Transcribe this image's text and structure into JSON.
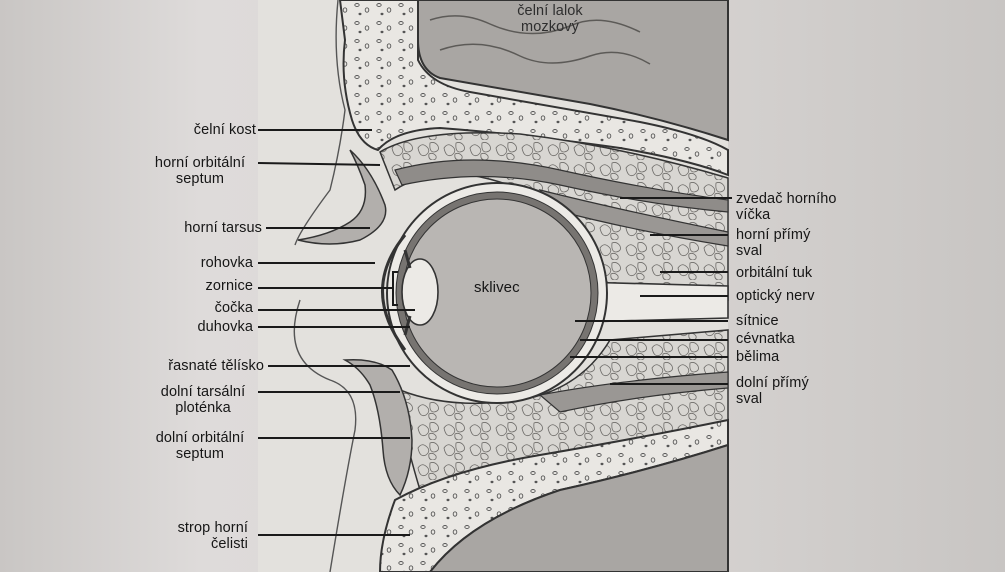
{
  "labels": {
    "frontal_lobe": [
      "čelní lalok",
      "mozkový"
    ],
    "frontal_bone": "čelní kost",
    "upper_septum": [
      "horní orbitální",
      "septum"
    ],
    "upper_tarsus": "horní tarsus",
    "cornea": "rohovka",
    "pupil": "zornice",
    "lens": "čočka",
    "iris": "duhovka",
    "ciliary_body": "řasnaté tělísko",
    "lower_tarsal_plate": [
      "dolní tarsální",
      "ploténka"
    ],
    "lower_septum": [
      "dolní orbitální",
      "septum"
    ],
    "maxilla_roof": [
      "strop horní",
      "čelisti"
    ],
    "vitreous": "sklivec",
    "levator": [
      "zvedač horního",
      "víčka"
    ],
    "superior_rectus": [
      "horní přímý",
      "sval"
    ],
    "orbital_fat": "orbitální tuk",
    "optic_nerve": "optický nerv",
    "retina": "sítnice",
    "choroid": "cévnatka",
    "sclera": "bělima",
    "inferior_rectus": [
      "dolní přímý",
      "sval"
    ]
  }
}
